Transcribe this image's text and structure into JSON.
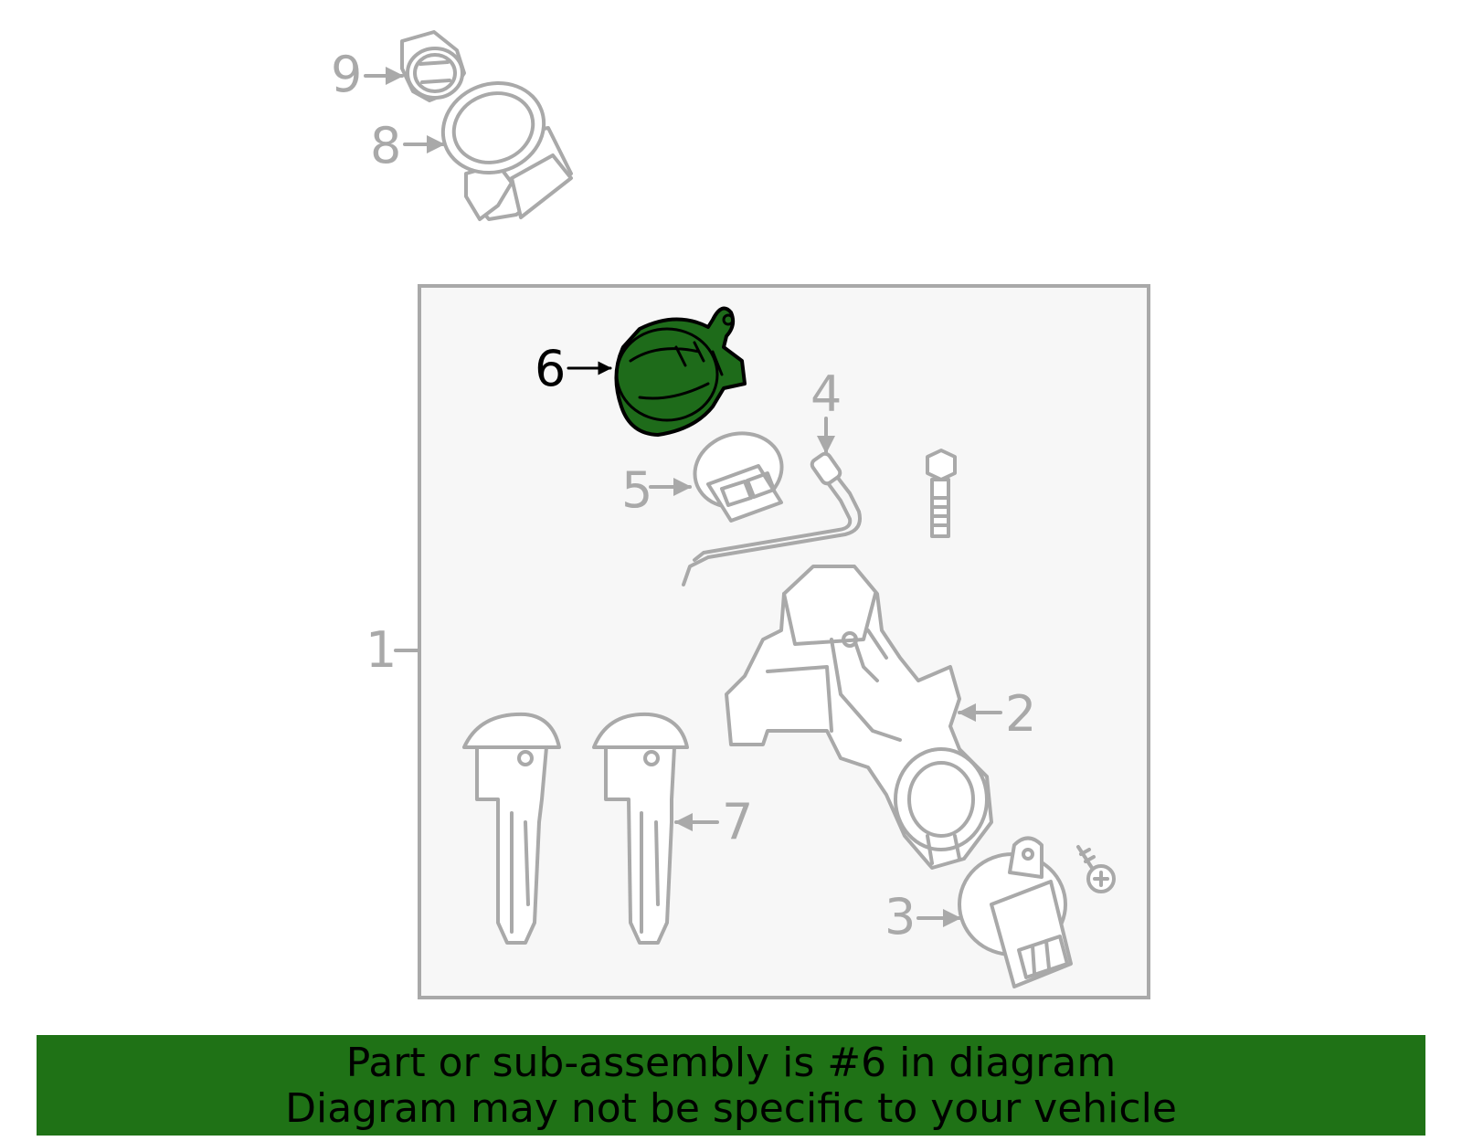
{
  "diagram": {
    "callouts": {
      "c1": "1",
      "c2": "2",
      "c3": "3",
      "c4": "4",
      "c5": "5",
      "c6": "6",
      "c7": "7",
      "c8": "8",
      "c9": "9"
    },
    "highlighted_part": "6",
    "highlight_color": "#1e6b1a",
    "line_color": "#a9a9a9"
  },
  "footer": {
    "line1": "Part or sub-assembly is #6 in diagram",
    "line2": "Diagram may not be specific to your vehicle",
    "background": "#1f7216"
  }
}
